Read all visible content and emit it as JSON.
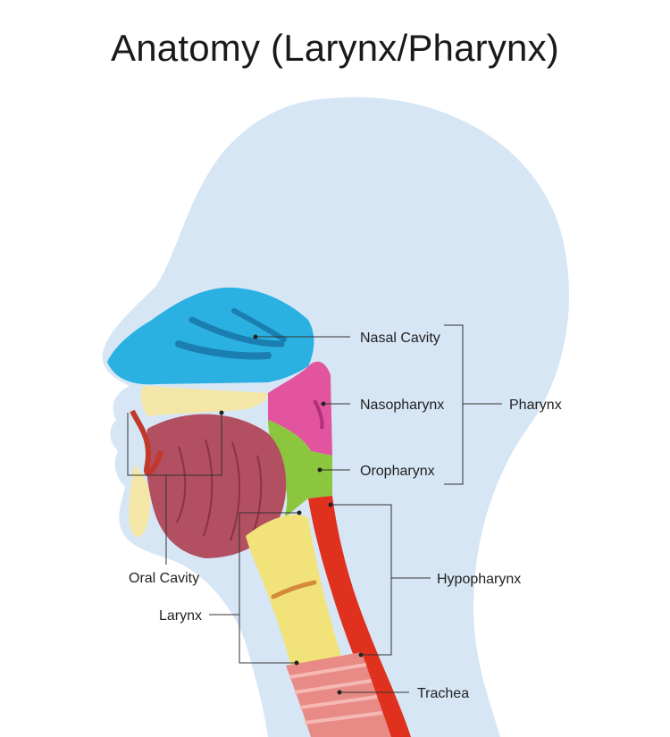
{
  "title": "Anatomy (Larynx/Pharynx)",
  "labels": {
    "nasal_cavity": "Nasal Cavity",
    "nasopharynx": "Nasopharynx",
    "oropharynx": "Oropharynx",
    "pharynx": "Pharynx",
    "hypopharynx": "Hypopharynx",
    "oral_cavity": "Oral Cavity",
    "larynx": "Larynx",
    "trachea": "Trachea"
  },
  "colors": {
    "head": "#d6e6f5",
    "nasal_cavity": "#2bb0e2",
    "nasopharynx": "#e2559e",
    "oropharynx": "#8cc63f",
    "hypopharynx": "#e0301e",
    "tongue": "#b24f60",
    "larynx": "#f2e27a",
    "trachea": "#e88a86",
    "palate": "#f3e6a6",
    "leader": "#333333"
  }
}
